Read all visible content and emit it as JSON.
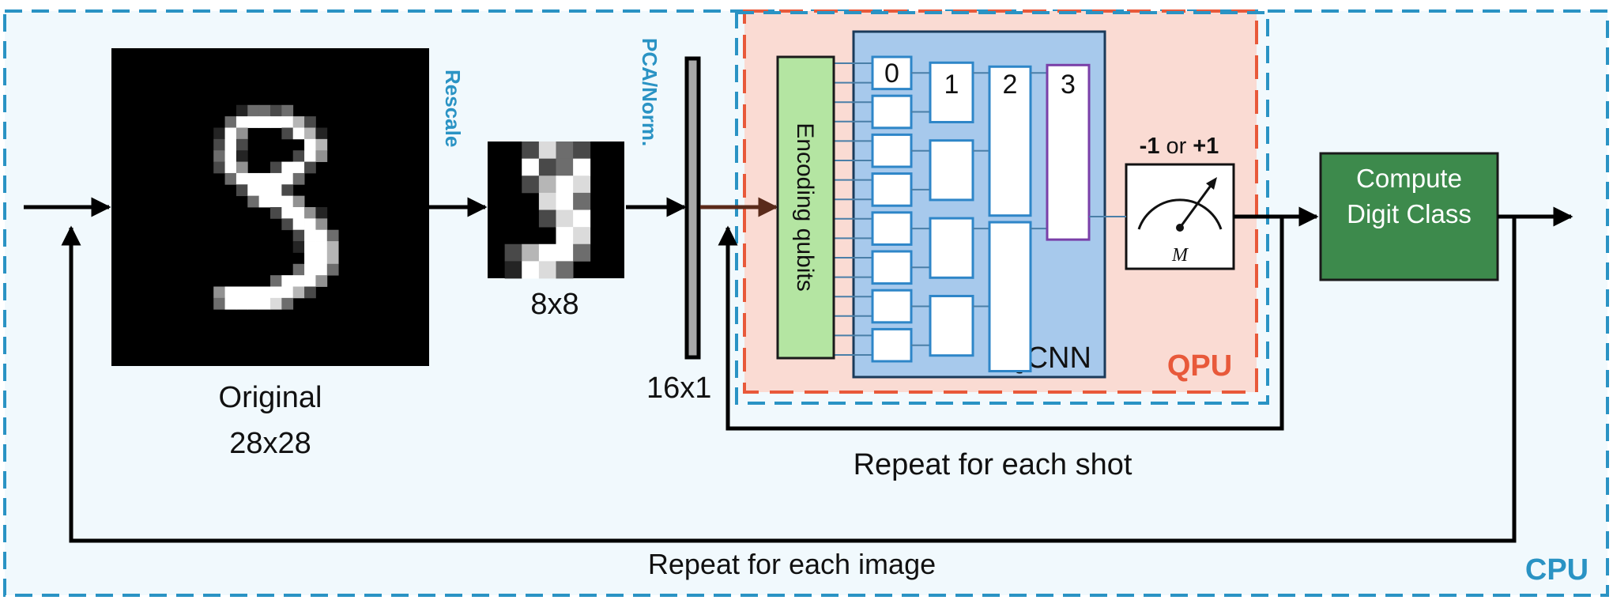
{
  "labels": {
    "original_line1": "Original",
    "original_line2": "28x28",
    "rescale": "Rescale",
    "small_size": "8x8",
    "pca_norm": "PCA/Norm.",
    "vector_size": "16x1",
    "encoding": "Encoding qubits",
    "layer_0": "0",
    "layer_1": "1",
    "layer_2": "2",
    "layer_3": "3",
    "qcnn": "QCNN",
    "qpu": "QPU",
    "measure_minus": "-1",
    "measure_or": "or",
    "measure_plus": "+1",
    "meter_symbol": "M",
    "compute_line1": "Compute",
    "compute_line2": "Digit Class",
    "repeat_shot": "Repeat for each shot",
    "repeat_image": "Repeat for each image",
    "cpu": "CPU"
  },
  "colors": {
    "cpu_border": "#2a93c4",
    "cpu_fill": "#f1f9fd",
    "qpu_border": "#e8593a",
    "qpu_fill": "#fadbd3",
    "qcnn_fill": "#a7c9ec",
    "encoding_fill": "#b4e5a2",
    "compute_fill": "#3d8a4c",
    "wire": "#4a7fa8",
    "layer_border": "#2e86c8",
    "layer3_border": "#7a3fa8",
    "accent_text": "#2a93c4"
  },
  "digit_original": [
    "0000000000000000000000000000",
    "0000000000000000000000000000",
    "0000000000000000000000000000",
    "0000000000000000000000000000",
    "0000000000000000000000000000",
    "0000000000013323000000000000",
    "0000000000377777520000000000",
    "0000000001740002751000000000",
    "0000000002720000075000000000",
    "0000000003710000274000000000",
    "0000000002740027720000000000",
    "0000000000377777300000000000",
    "0000000000027772000000000000",
    "0000000000003777400000000000",
    "0000000000000027741000000000",
    "0000000000000002774000000000",
    "0000000000000000277300000000",
    "0000000000000000177500000000",
    "0000000000000000077500000000",
    "0000000000000000377300000000",
    "0000000000000037774000000000",
    "0000000004777777520000000000",
    "0000000003777763000000000000",
    "0000000000000000000000000000",
    "0000000000000000000000000000",
    "0000000000000000000000000000",
    "0000000000000000000000000000",
    "0000000000000000000000000000"
  ],
  "digit_small": [
    "00263200",
    "00723700",
    "00257600",
    "00067300",
    "00026700",
    "00007600",
    "02577300",
    "01763000"
  ]
}
